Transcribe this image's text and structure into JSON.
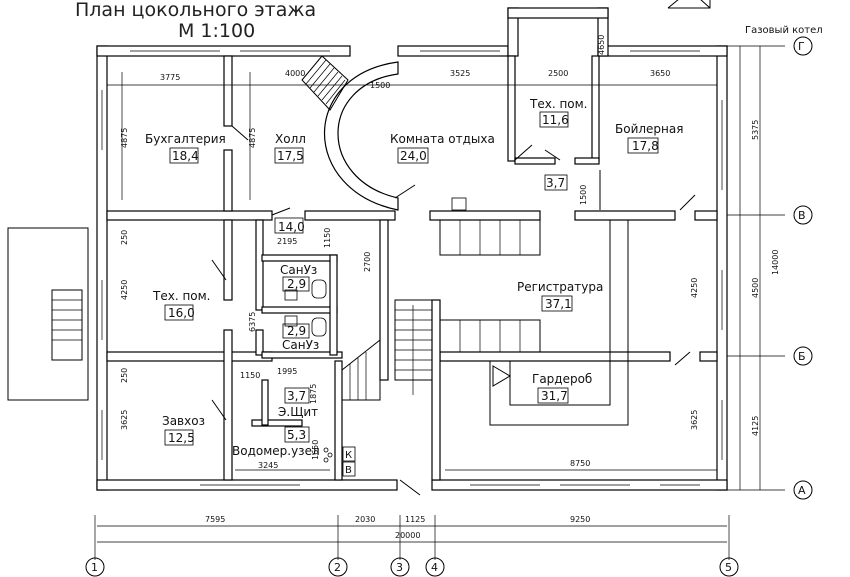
{
  "title": {
    "line1": "План цокольного этажа",
    "line2": "М 1:100"
  },
  "gas_boiler_label": "Газовый котел",
  "rooms": {
    "buh": {
      "name": "Бухгалтерия",
      "area": "18,4"
    },
    "hall": {
      "name": "Холл",
      "area": "17,5"
    },
    "rest": {
      "name": "Комната отдыха",
      "area": "24,0"
    },
    "tech1": {
      "name": "Тех. пом.",
      "area": "11,6"
    },
    "boil": {
      "name": "Бойлерная",
      "area": "17,8"
    },
    "vest": {
      "area": "3,7"
    },
    "corr": {
      "area": "14,0"
    },
    "wc1": {
      "name": "СанУз",
      "area": "2,9"
    },
    "wc2": {
      "name": "СанУз",
      "area": "2,9"
    },
    "tech2": {
      "name": "Тех. пом.",
      "area": "16,0"
    },
    "reg": {
      "name": "Регистратура",
      "area": "37,1"
    },
    "gard": {
      "name": "Гардероб",
      "area": "31,7"
    },
    "zav": {
      "name": "Завхоз",
      "area": "12,5"
    },
    "elsh": {
      "name": "Э.Щит",
      "area": "3,7"
    },
    "vodo": {
      "name": "Водомер.узел",
      "area": "5,3"
    }
  },
  "riser_labels": {
    "k": "К",
    "v": "В"
  },
  "dimensions": {
    "top": [
      "3775",
      "4000",
      "1500",
      "3525",
      "2500",
      "3650",
      "4650"
    ],
    "interior": [
      "2195",
      "1150",
      "2700",
      "1995",
      "1150",
      "1875",
      "1650",
      "3245",
      "8750",
      "1500"
    ],
    "left": [
      "4875",
      "4875",
      "250",
      "4250",
      "6375",
      "250",
      "3625"
    ],
    "right": [
      "5375",
      "14000",
      "4500",
      "4125",
      "4250",
      "3625"
    ],
    "bottom": [
      "7595",
      "2030",
      "1125",
      "9250",
      "20000"
    ]
  },
  "axes": {
    "letters": [
      "Г",
      "В",
      "Б",
      "А"
    ],
    "numbers": [
      "1",
      "2",
      "3",
      "4",
      "5"
    ]
  }
}
